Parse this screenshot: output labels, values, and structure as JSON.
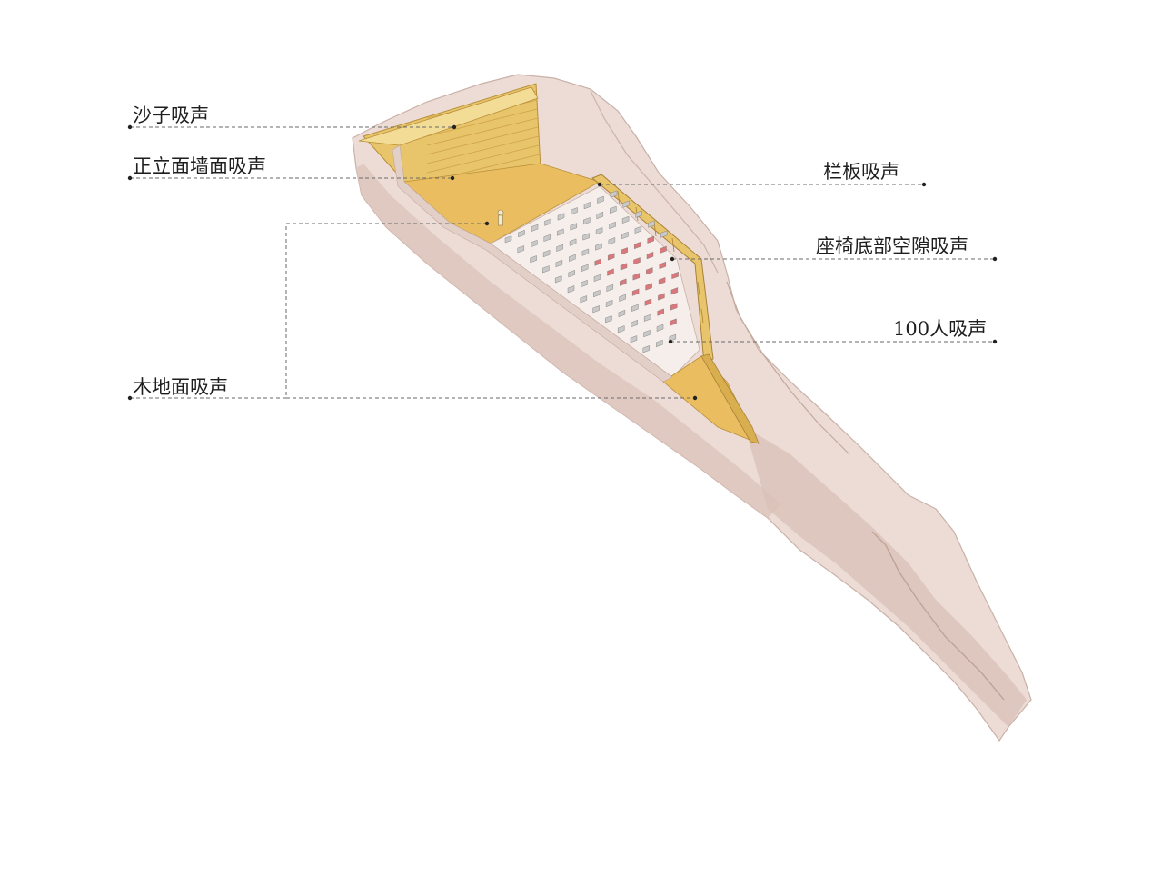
{
  "labels": {
    "sand": "沙子吸声",
    "front_wall": "正立面墙面吸声",
    "wood_floor": "木地面吸声",
    "railing": "栏板吸声",
    "seat_gap": "座椅底部空隙吸声",
    "people": "100人吸声"
  },
  "colors": {
    "rock": "#ecdcd5",
    "rock_shadow": "#d7c1b8",
    "gold": "#e8c46a",
    "gold_dark": "#d9ae4e",
    "seat_red": "#d9777a",
    "seat_grey": "#c9c9c9"
  }
}
